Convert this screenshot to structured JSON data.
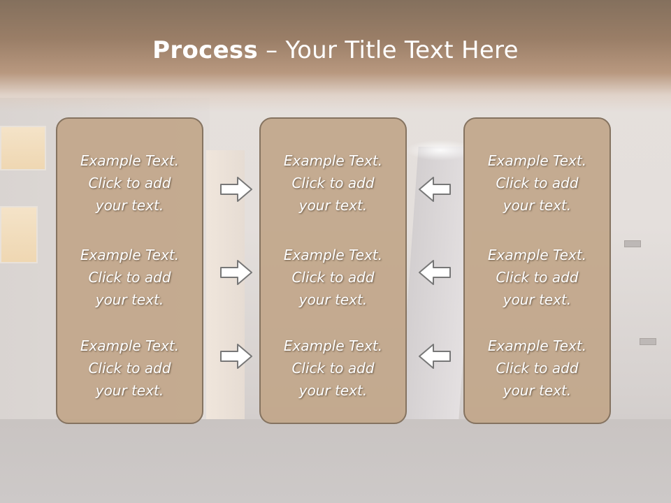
{
  "slide": {
    "title_bold": "Process",
    "title_rest": " – Your Title Text Here"
  },
  "columns": [
    {
      "items": [
        {
          "l1": "Example Text.",
          "l2": "Click  to add",
          "l3": "your text."
        },
        {
          "l1": "Example Text.",
          "l2": "Click  to add",
          "l3": "your text."
        },
        {
          "l1": "Example Text.",
          "l2": "Click  to add",
          "l3": "your text."
        }
      ]
    },
    {
      "items": [
        {
          "l1": "Example Text.",
          "l2": "Click  to add",
          "l3": "your text."
        },
        {
          "l1": "Example Text.",
          "l2": "Click  to add",
          "l3": "your text."
        },
        {
          "l1": "Example Text.",
          "l2": "Click  to add",
          "l3": "your text."
        }
      ]
    },
    {
      "items": [
        {
          "l1": "Example Text.",
          "l2": "Click  to add",
          "l3": "your text."
        },
        {
          "l1": "Example Text.",
          "l2": "Click  to add",
          "l3": "your text."
        },
        {
          "l1": "Example Text.",
          "l2": "Click  to add",
          "l3": "your text."
        }
      ]
    }
  ],
  "arrows": {
    "left_set": "right-arrow-icon",
    "right_set": "left-arrow-icon"
  },
  "colors": {
    "panel_fill": "#c1a68a",
    "panel_border": "#857360",
    "header_band": "#9a7e67"
  }
}
